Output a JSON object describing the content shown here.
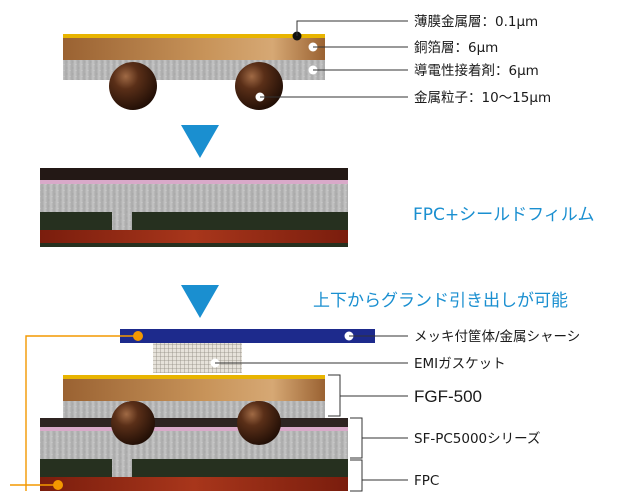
{
  "colors": {
    "gold": "#e8b400",
    "copper": "#a46a37",
    "copper_light": "#c8945a",
    "adhesive": "#b4b4b4",
    "particle": "#3b1f0f",
    "arrow": "#1a8fd0",
    "black_layer": "#231815",
    "pink_layer": "#d9a9c9",
    "dark_olive": "#26301f",
    "red_layer": "#8b2513",
    "navy": "#1d2a8c",
    "orange_dot": "#f39800"
  },
  "top_labels": {
    "thin_metal": "薄膜金属層：0.1μm",
    "copper_foil": "銅箔層：6μm",
    "adhesive": "導電性接着剤：6μm",
    "particles": "金属粒子：10〜15μm"
  },
  "middle": {
    "caption": "FPC+シールドフィルム"
  },
  "bottom": {
    "caption": "上下からグランド引き出しが可能",
    "labels": {
      "chassis": "メッキ付筐体/金属シャーシ",
      "gasket": "EMIガスケット",
      "fgf": "FGF-500",
      "sf": "SF-PC5000シリーズ",
      "fpc": "FPC"
    }
  }
}
